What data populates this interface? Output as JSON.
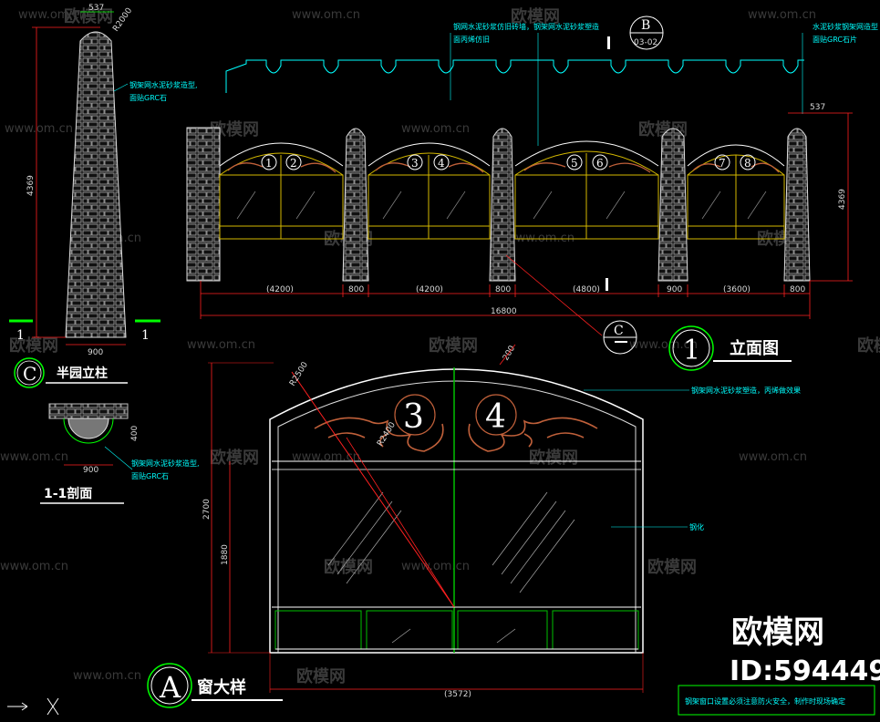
{
  "watermark": {
    "site": "www.om.cn",
    "brand": "欧模网",
    "id_label": "ID:594449"
  },
  "callouts": {
    "b_letter": "B",
    "b_ref": "03-02",
    "c_letter": "C",
    "a_letter": "A",
    "one": "1"
  },
  "titles": {
    "pillar": "半园立柱",
    "section": "1-1剖面",
    "elevation": "立面图",
    "window": "窗大样"
  },
  "notes": {
    "pillar_note_1": "钢架网水泥砂浆造型,",
    "pillar_note_2": "面贴GRC石",
    "top_note_1": "钢网水泥砂浆仿旧砖墙，钢架网水泥砂浆塑造",
    "top_note_2": "面丙烯仿旧",
    "right_note_1": "水泥砂浆钢架网造型",
    "right_note_2": "面贴GRC石片",
    "section_note_1": "钢架网水泥砂浆造型,",
    "section_note_2": "面贴GRC石",
    "window_note_1": "钢架网水泥砂浆塑造，丙烯做效果",
    "window_note_2": "钢化",
    "bottom_note": "钢架窗口设置必须注意防火安全，制作时现场确定"
  },
  "dims": {
    "pillar_top": "537",
    "pillar_height": "4369",
    "pillar_width": "900",
    "pillar_radius": "R2000",
    "section_h": "400",
    "section_w": "900",
    "elev_right_top": "537",
    "elev_right_height": "4369",
    "elev_segments": [
      "(4200)",
      "800",
      "(4200)",
      "800",
      "(4800)",
      "900",
      "(3600)",
      "800"
    ],
    "elev_total": "16800",
    "win_r1": "R2500",
    "win_r2": "R2400",
    "win_top": "200",
    "win_h1": "2700",
    "win_h2": "1880",
    "win_w": "(3572)"
  },
  "window_numbers": [
    "1",
    "2",
    "3",
    "4",
    "5",
    "6",
    "7",
    "8"
  ],
  "detail_numbers": [
    "3",
    "4"
  ],
  "colors": {
    "background": "#000000",
    "lines": "#ffffff",
    "pillar_stone": "#bbbbbb",
    "frame": "#d4b800",
    "glass": "#00c000",
    "ornament": "#c0603a",
    "notes": "#00ffff",
    "callout": "#00ff00",
    "leader": "#ff2020"
  }
}
